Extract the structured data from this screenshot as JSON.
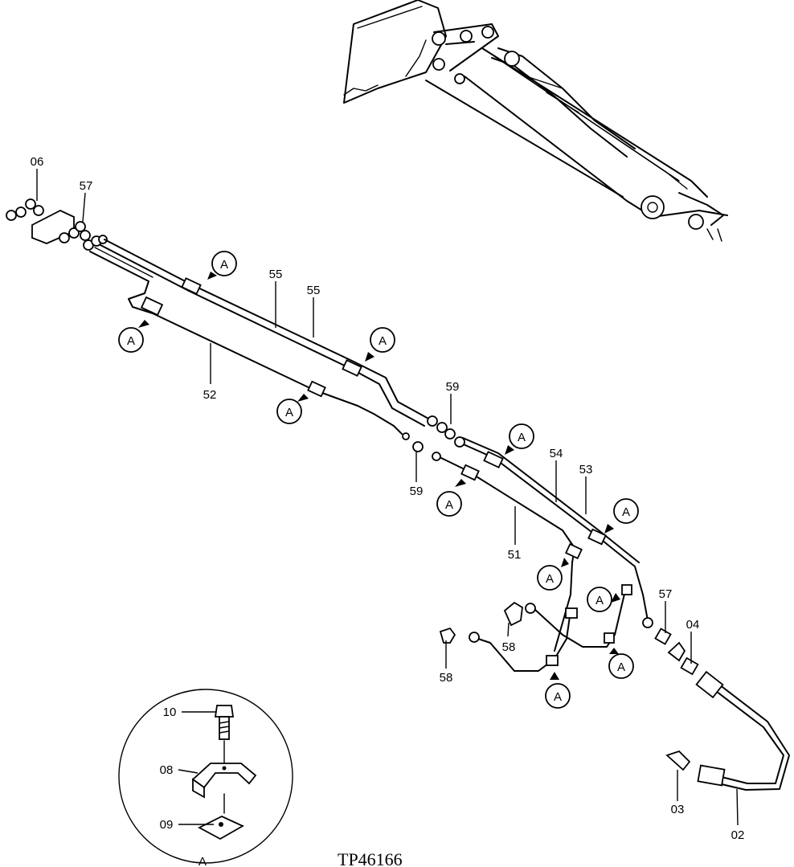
{
  "figure_id": "TP46166",
  "detail_view_label": "A",
  "callout_letter": "A",
  "part_labels": {
    "p06": "06",
    "p57a": "57",
    "p55a": "55",
    "p55b": "55",
    "p52": "52",
    "p59a": "59",
    "p59b": "59",
    "p54": "54",
    "p53": "53",
    "p51": "51",
    "p57b": "57",
    "p04": "04",
    "p58a": "58",
    "p58b": "58",
    "p03": "03",
    "p02": "02",
    "p10": "10",
    "p08": "08",
    "p09": "09"
  }
}
